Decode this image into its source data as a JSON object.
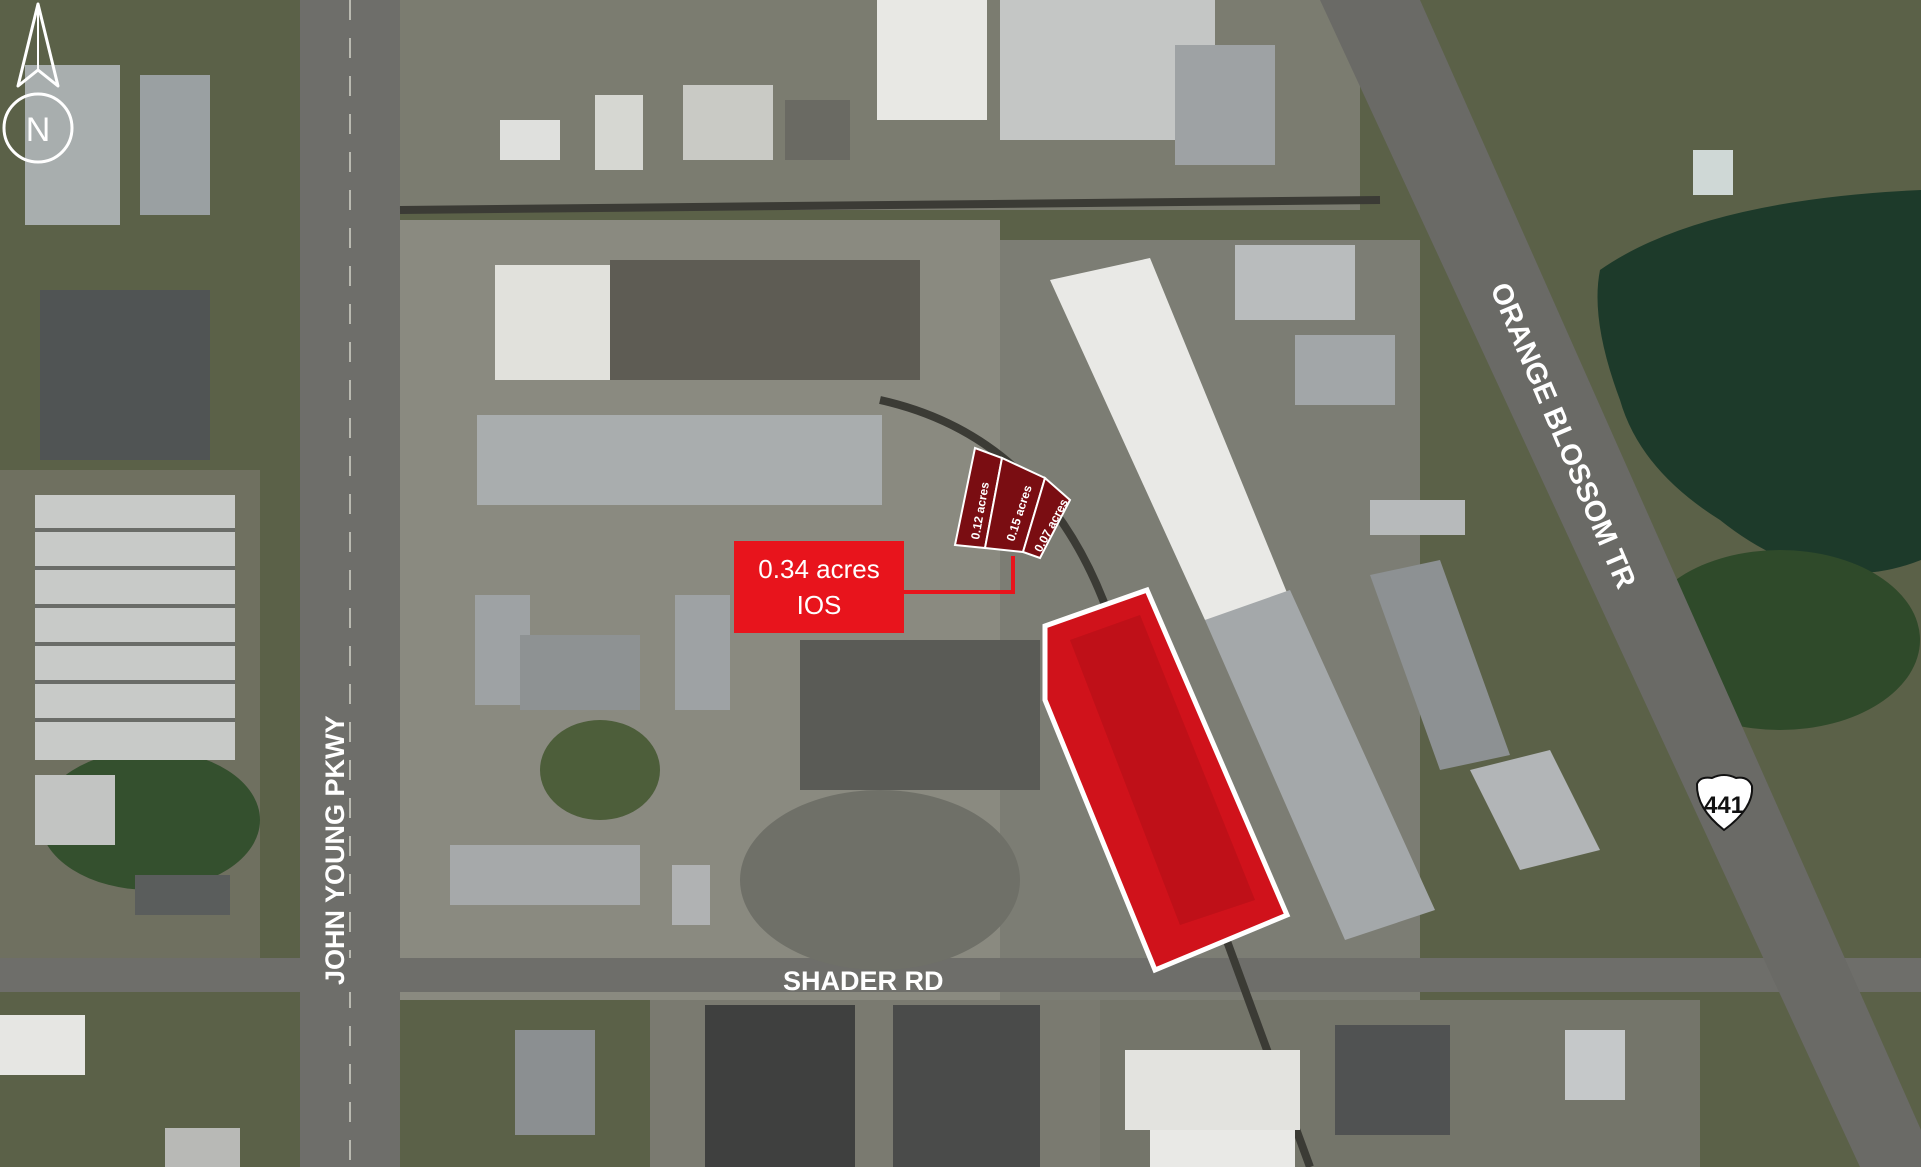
{
  "roads": {
    "west": "JOHN YOUNG PKWY",
    "east": "ORANGE BLOSSOM TR",
    "south": "SHADER RD",
    "highway_shield": "441"
  },
  "parcels": {
    "main_callout_line1": "0.34 acres",
    "main_callout_line2": "IOS",
    "sub": [
      "0.12 acres",
      "0.15 acres",
      "0.07 acres"
    ]
  },
  "compass": {
    "label": "N"
  },
  "colors": {
    "highlight": "#d0121b",
    "callout": "#e8141c",
    "parcel_dark": "#7a0d12"
  }
}
